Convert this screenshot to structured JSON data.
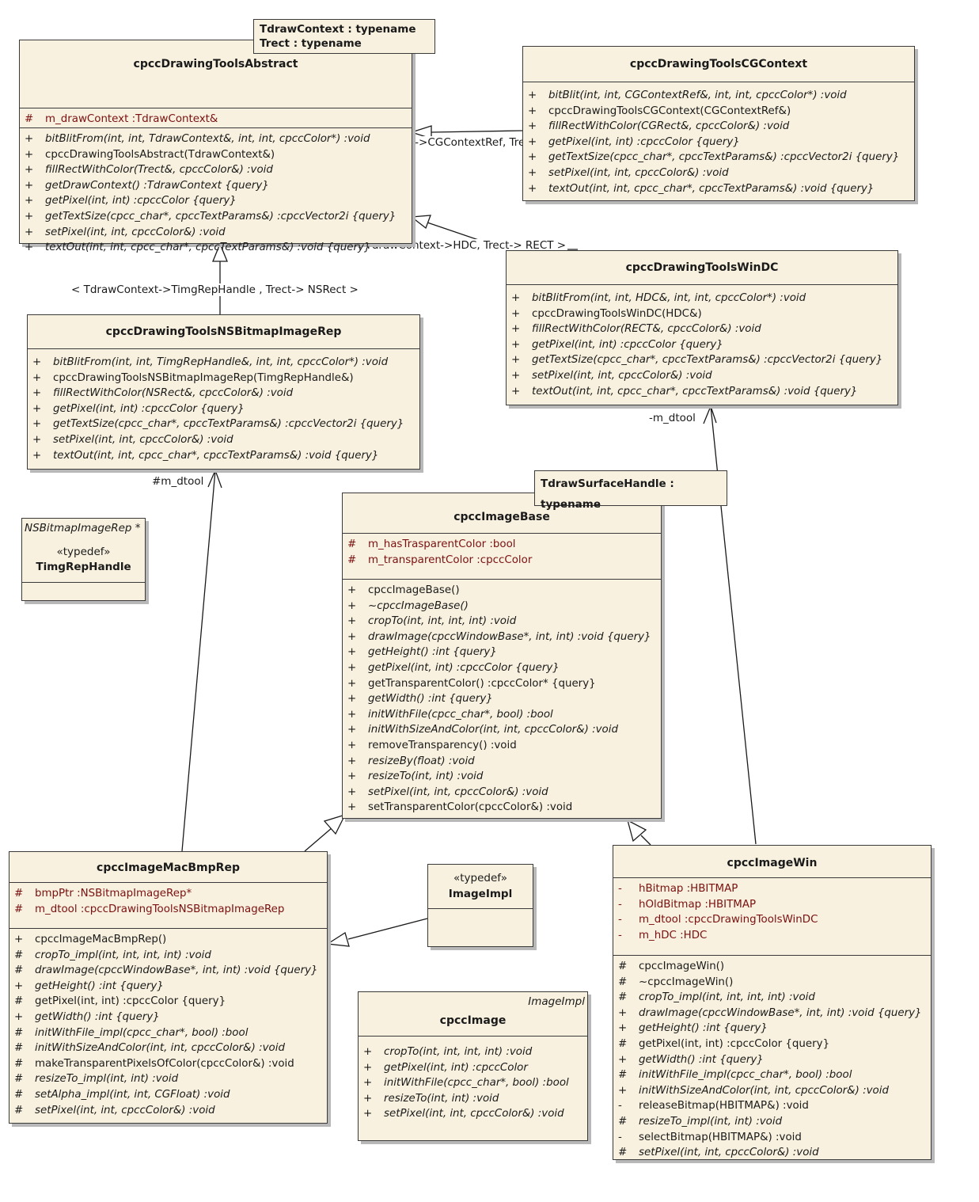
{
  "classes": {
    "abstract": {
      "name": "cpccDrawingToolsAbstract",
      "template_params": [
        "TdrawContext : typename",
        "Trect : typename"
      ],
      "attributes": [
        {
          "vis": "#",
          "text": "m_drawContext  :TdrawContext&"
        }
      ],
      "operations": [
        {
          "vis": "+",
          "text": "bitBlitFrom(int, int, TdrawContext&, int, int, cpccColor*)  :void"
        },
        {
          "vis": "+",
          "text": "cpccDrawingToolsAbstract(TdrawContext&)"
        },
        {
          "vis": "+",
          "text": "fillRectWithColor(Trect&, cpccColor&)  :void"
        },
        {
          "vis": "+",
          "text": "getDrawContext()  :TdrawContext {query}"
        },
        {
          "vis": "+",
          "text": "getPixel(int, int)  :cpccColor {query}"
        },
        {
          "vis": "+",
          "text": "getTextSize(cpcc_char*, cpccTextParams&)  :cpccVector2i {query}"
        },
        {
          "vis": "+",
          "text": "setPixel(int, int, cpccColor&)  :void"
        },
        {
          "vis": "+",
          "text": "textOut(int, int, cpcc_char*, cpccTextParams&)  :void {query}"
        }
      ]
    },
    "cgcontext": {
      "name": "cpccDrawingToolsCGContext",
      "operations": [
        {
          "vis": "+",
          "text": "bitBlit(int, int, CGContextRef&, int, int, cpccColor*)  :void"
        },
        {
          "vis": "+",
          "text": "cpccDrawingToolsCGContext(CGContextRef&)"
        },
        {
          "vis": "+",
          "text": "fillRectWithColor(CGRect&, cpccColor&)  :void"
        },
        {
          "vis": "+",
          "text": "getPixel(int, int)  :cpccColor {query}"
        },
        {
          "vis": "+",
          "text": "getTextSize(cpcc_char*, cpccTextParams&)  :cpccVector2i {query}"
        },
        {
          "vis": "+",
          "text": "setPixel(int, int, cpccColor&)  :void"
        },
        {
          "vis": "+",
          "text": "textOut(int, int, cpcc_char*, cpccTextParams&)  :void {query}"
        }
      ]
    },
    "windc": {
      "name": "cpccDrawingToolsWinDC",
      "operations": [
        {
          "vis": "+",
          "text": "bitBlitFrom(int, int, HDC&, int, int, cpccColor*)  :void"
        },
        {
          "vis": "+",
          "text": "cpccDrawingToolsWinDC(HDC&)"
        },
        {
          "vis": "+",
          "text": "fillRectWithColor(RECT&, cpccColor&)  :void"
        },
        {
          "vis": "+",
          "text": "getPixel(int, int)  :cpccColor {query}"
        },
        {
          "vis": "+",
          "text": "getTextSize(cpcc_char*, cpccTextParams&)  :cpccVector2i {query}"
        },
        {
          "vis": "+",
          "text": "setPixel(int, int, cpccColor&)  :void"
        },
        {
          "vis": "+",
          "text": "textOut(int, int, cpcc_char*, cpccTextParams&)  :void {query}"
        }
      ]
    },
    "nsbitmap": {
      "name": "cpccDrawingToolsNSBitmapImageRep",
      "operations": [
        {
          "vis": "+",
          "text": "bitBlitFrom(int, int, TimgRepHandle&, int, int, cpccColor*)  :void"
        },
        {
          "vis": "+",
          "text": "cpccDrawingToolsNSBitmapImageRep(TimgRepHandle&)"
        },
        {
          "vis": "+",
          "text": "fillRectWithColor(NSRect&, cpccColor&)  :void"
        },
        {
          "vis": "+",
          "text": "getPixel(int, int)  :cpccColor {query}"
        },
        {
          "vis": "+",
          "text": "getTextSize(cpcc_char*, cpccTextParams&)  :cpccVector2i {query}"
        },
        {
          "vis": "+",
          "text": "setPixel(int, int, cpccColor&)  :void"
        },
        {
          "vis": "+",
          "text": "textOut(int, int, cpcc_char*, cpccTextParams&)  :void {query}"
        }
      ]
    },
    "timgrep": {
      "name": "TimgRepHandle",
      "stereotype": "«typedef»",
      "corner": "NSBitmapImageRep *"
    },
    "imagebase": {
      "name": "cpccImageBase",
      "template_params": [
        "TdrawSurfaceHandle : typename"
      ],
      "attributes": [
        {
          "vis": "#",
          "text": "m_hasTrasparentColor  :bool"
        },
        {
          "vis": "#",
          "text": "m_transparentColor  :cpccColor"
        }
      ],
      "operations": [
        {
          "vis": "+",
          "text": "cpccImageBase()"
        },
        {
          "vis": "+",
          "text": "~cpccImageBase()"
        },
        {
          "vis": "+",
          "text": "cropTo(int, int, int, int)  :void"
        },
        {
          "vis": "+",
          "text": "drawImage(cpccWindowBase*, int, int)  :void {query}"
        },
        {
          "vis": "+",
          "text": "getHeight()  :int {query}"
        },
        {
          "vis": "+",
          "text": "getPixel(int, int)  :cpccColor {query}"
        },
        {
          "vis": "+",
          "text": "getTransparentColor()  :cpccColor* {query}"
        },
        {
          "vis": "+",
          "text": "getWidth()  :int {query}"
        },
        {
          "vis": "+",
          "text": "initWithFile(cpcc_char*, bool)  :bool"
        },
        {
          "vis": "+",
          "text": "initWithSizeAndColor(int, int, cpccColor&)  :void"
        },
        {
          "vis": "+",
          "text": "removeTransparency()  :void"
        },
        {
          "vis": "+",
          "text": "resizeBy(float)  :void"
        },
        {
          "vis": "+",
          "text": "resizeTo(int, int)  :void"
        },
        {
          "vis": "+",
          "text": "setPixel(int, int, cpccColor&)  :void"
        },
        {
          "vis": "+",
          "text": "setTransparentColor(cpccColor&)  :void"
        }
      ]
    },
    "macbmp": {
      "name": "cpccImageMacBmpRep",
      "attributes": [
        {
          "vis": "#",
          "text": "bmpPtr  :NSBitmapImageRep*"
        },
        {
          "vis": "#",
          "text": "m_dtool  :cpccDrawingToolsNSBitmapImageRep"
        }
      ],
      "operations": [
        {
          "vis": "+",
          "text": "cpccImageMacBmpRep()"
        },
        {
          "vis": "#",
          "text": "cropTo_impl(int, int, int, int)  :void"
        },
        {
          "vis": "#",
          "text": "drawImage(cpccWindowBase*, int, int)  :void {query}"
        },
        {
          "vis": "+",
          "text": "getHeight()  :int {query}"
        },
        {
          "vis": "#",
          "text": "getPixel(int, int)  :cpccColor {query}"
        },
        {
          "vis": "+",
          "text": "getWidth()  :int {query}"
        },
        {
          "vis": "#",
          "text": "initWithFile_impl(cpcc_char*, bool)  :bool"
        },
        {
          "vis": "#",
          "text": "initWithSizeAndColor(int, int, cpccColor&)  :void"
        },
        {
          "vis": "#",
          "text": "makeTransparentPixelsOfColor(cpccColor&)  :void"
        },
        {
          "vis": "#",
          "text": "resizeTo_impl(int, int)  :void"
        },
        {
          "vis": "#",
          "text": "setAlpha_impl(int, int, CGFloat)  :void"
        },
        {
          "vis": "#",
          "text": "setPixel(int, int, cpccColor&)  :void"
        }
      ]
    },
    "imageimpl": {
      "name": "ImageImpl",
      "stereotype": "«typedef»"
    },
    "image": {
      "name": "cpccImage",
      "corner": "ImageImpl",
      "operations": [
        {
          "vis": "+",
          "text": "cropTo(int, int, int, int)  :void"
        },
        {
          "vis": "+",
          "text": "getPixel(int, int)  :cpccColor"
        },
        {
          "vis": "+",
          "text": "initWithFile(cpcc_char*, bool)  :bool"
        },
        {
          "vis": "+",
          "text": "resizeTo(int, int)  :void"
        },
        {
          "vis": "+",
          "text": "setPixel(int, int, cpccColor&)  :void"
        }
      ]
    },
    "imagewin": {
      "name": "cpccImageWin",
      "attributes": [
        {
          "vis": "-",
          "text": "hBitmap  :HBITMAP"
        },
        {
          "vis": "-",
          "text": "hOldBitmap  :HBITMAP"
        },
        {
          "vis": "-",
          "text": "m_dtool  :cpccDrawingToolsWinDC"
        },
        {
          "vis": "-",
          "text": "m_hDC  :HDC"
        }
      ],
      "operations": [
        {
          "vis": "#",
          "text": "cpccImageWin()"
        },
        {
          "vis": "#",
          "text": "~cpccImageWin()"
        },
        {
          "vis": "#",
          "text": "cropTo_impl(int, int, int, int)  :void"
        },
        {
          "vis": "+",
          "text": "drawImage(cpccWindowBase*, int, int)  :void {query}"
        },
        {
          "vis": "+",
          "text": "getHeight()  :int {query}"
        },
        {
          "vis": "#",
          "text": "getPixel(int, int)  :cpccColor {query}"
        },
        {
          "vis": "+",
          "text": "getWidth()  :int {query}"
        },
        {
          "vis": "#",
          "text": "initWithFile_impl(cpcc_char*, bool)  :bool"
        },
        {
          "vis": "+",
          "text": "initWithSizeAndColor(int, int, cpccColor&)  :void"
        },
        {
          "vis": "-",
          "text": "releaseBitmap(HBITMAP&)  :void"
        },
        {
          "vis": "#",
          "text": "resizeTo_impl(int, int)  :void"
        },
        {
          "vis": "-",
          "text": "selectBitmap(HBITMAP&)  :void"
        },
        {
          "vis": "#",
          "text": "setPixel(int, int, cpccColor&)  :void"
        }
      ]
    }
  },
  "labels": {
    "bind_cgcontext": "< TdrawContext->CGContextRef, Trect-> CGRect >",
    "bind_hdc": "< TdrawContext->HDC, Trect-> RECT >",
    "bind_nsbitmap": "< TdrawContext->TimgRepHandle , Trect-> NSRect >",
    "role_mac_dtool": "#m_dtool",
    "role_win_dtool": "-m_dtool"
  }
}
